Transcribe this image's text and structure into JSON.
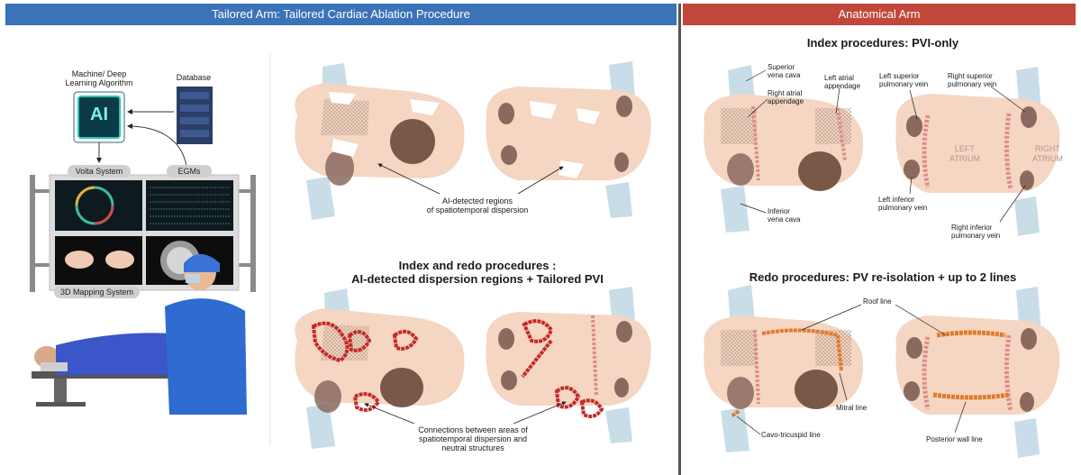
{
  "headers": {
    "left": "Tailored Arm: Tailored Cardiac Ablation Procedure",
    "right": "Anatomical Arm"
  },
  "left_panel": {
    "ml_label": "Machine/ Deep\nLearning Algorithm",
    "ai_text": "AI",
    "database_label": "Database",
    "volta_label": "Volta System",
    "egms_label": "EGMs",
    "mapping_label": "3D Mapping System"
  },
  "tailored": {
    "top_annotation": "AI-detected regions\nof spatiotemporal dispersion",
    "mid_title": "Index and redo procedures :\nAI-detected dispersion regions + Tailored PVI",
    "bottom_annotation": "Connections between areas of\nspatiotemporal dispersion and\nneutral structures"
  },
  "anatomical": {
    "index_title": "Index procedures: PVI-only",
    "redo_title": "Redo procedures: PV re-isolation + up to 2 lines",
    "labels": {
      "svc": "Superior\nvena cava",
      "raa": "Right atrial\nappendage",
      "laa": "Left atrial\nappendage",
      "lspv": "Left superior\npulmonary vein",
      "rspv": "Right superior\npulmonary vein",
      "left_atrium": "LEFT\nATRIUM",
      "right_atrium": "RIGHT\nATRIUM",
      "livp": "Left inferior\npulmonary vein",
      "ivc": "Inferior\nvena cava",
      "ripv": "Right inferior\npulmonary vein",
      "roof": "Roof line",
      "mitral": "Mitral line",
      "cti": "Cavo-tricuspid line",
      "posterior": "Posterior wall line"
    }
  },
  "colors": {
    "left_header": "#3a73b8",
    "right_header": "#c0473a",
    "atrium": "#f4d6c2",
    "vein": "#c9dde8",
    "dispersion": "#c62828",
    "ablation_line": "#e07a2a"
  }
}
